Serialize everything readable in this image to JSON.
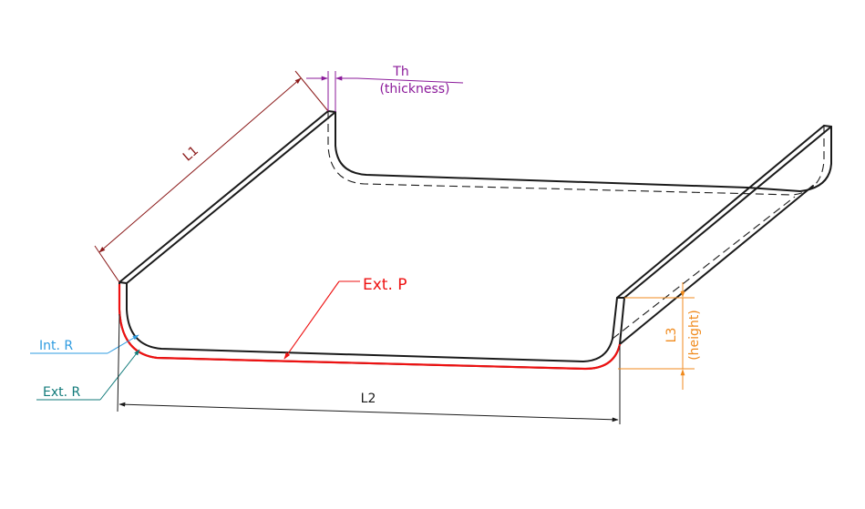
{
  "labels": {
    "th": "Th",
    "thickness": "(thickness)",
    "l1": "L1",
    "ext_p": "Ext. P",
    "int_r": "Int. R",
    "ext_r": "Ext. R",
    "l2": "L2",
    "l3": "L3",
    "height": "(height)"
  },
  "colors": {
    "outline": "#1a1a1a",
    "thickness": "#8b1a9a",
    "length_l1": "#8b1a1a",
    "ext_p": "#ee1111",
    "int_r": "#2e9be0",
    "ext_r": "#117a7a",
    "height": "#f08a1c",
    "dimension": "#1a1a1a"
  }
}
